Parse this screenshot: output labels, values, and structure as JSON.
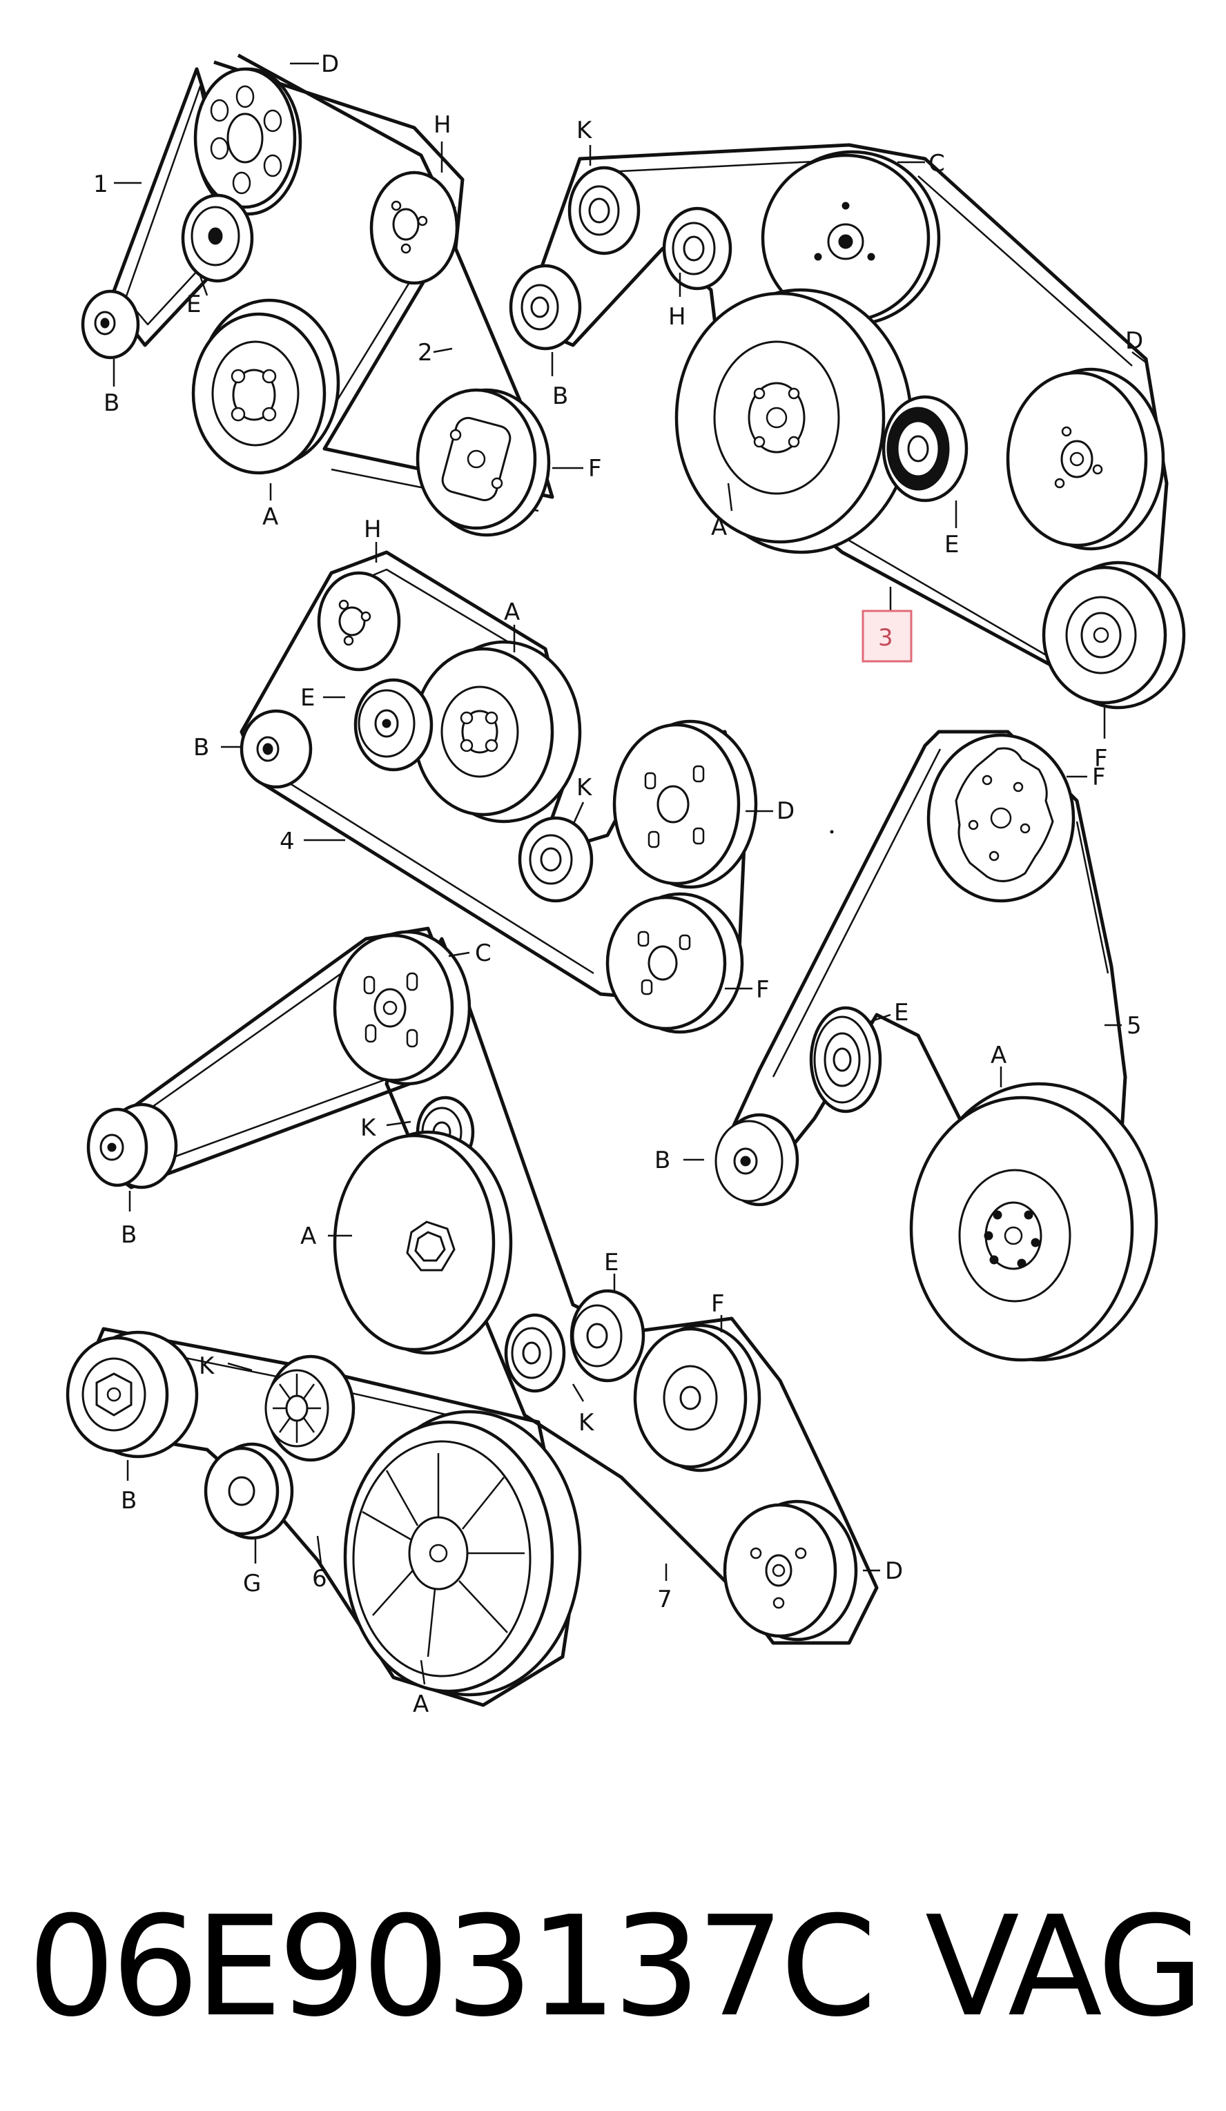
{
  "diagram": {
    "labels": {
      "d1_1": "1",
      "d1_D": "D",
      "d1_H": "H",
      "d1_E": "E",
      "d1_2": "2",
      "d1_B": "B",
      "d1_A": "A",
      "d1_F": "F",
      "d3_K": "K",
      "d3_C": "C",
      "d3_H": "H",
      "d3_B": "B",
      "d3_D": "D",
      "d3_A": "A",
      "d3_E": "E",
      "d3_3": "3",
      "d3_F": "F",
      "d4_H": "H",
      "d4_A": "A",
      "d4_E": "E",
      "d4_B": "B",
      "d4_K": "K",
      "d4_D": "D",
      "d4_4": "4",
      "d4_F": "F",
      "d5_F": "F",
      "d5_E": "E",
      "d5_A": "A",
      "d5_5": "5",
      "d5_B": "B",
      "d7_C": "C",
      "d7_K": "K",
      "d7_A": "A",
      "d7_B": "B",
      "d7_E": "E",
      "d7_F": "F",
      "d7_K2": "K",
      "d7_7": "7",
      "d7_D": "D",
      "d6_K": "K",
      "d6_B": "B",
      "d6_G": "G",
      "d6_6": "6",
      "d6_A": "A"
    }
  },
  "caption": {
    "part_number": "06E903137C",
    "brand": "VAG"
  }
}
